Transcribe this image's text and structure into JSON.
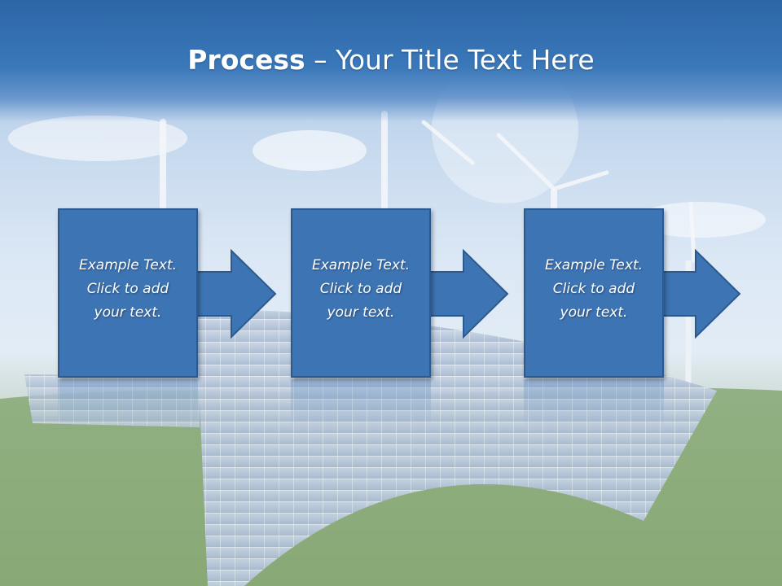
{
  "slide": {
    "title_bold": "Process",
    "title_rest": " – Your Title Text Here",
    "accent_color": "#3d74b4",
    "steps": [
      {
        "text": "Example Text.\nClick  to add\nyour text."
      },
      {
        "text": "Example Text.\nClick  to add\nyour text."
      },
      {
        "text": "Example Text.\nClick  to add\nyour text."
      }
    ]
  }
}
